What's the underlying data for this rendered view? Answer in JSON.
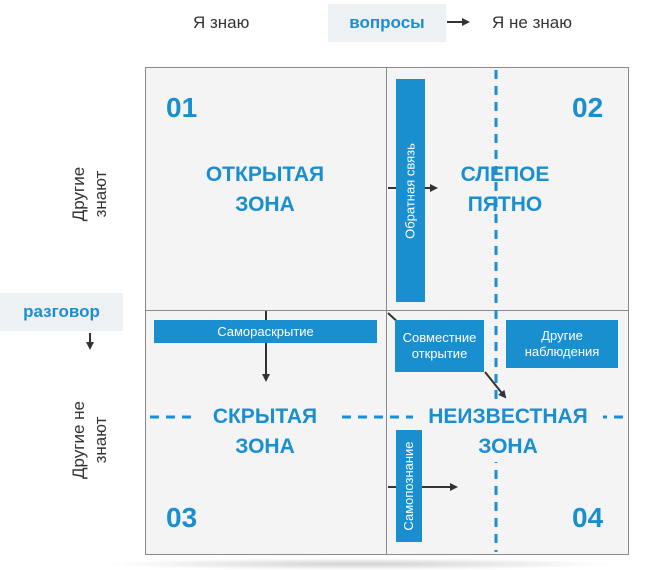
{
  "header": {
    "i_know": "Я знаю",
    "questions": "вопросы",
    "i_dont_know": "Я не знаю"
  },
  "sidebar": {
    "others_know": "Другие знают",
    "conversation": "разговор",
    "others_dont_know": "Другие не знают"
  },
  "quadrants": {
    "q1": {
      "number": "01",
      "title": "ОТКРЫТАЯ ЗОНА"
    },
    "q2": {
      "number": "02",
      "title": "СЛЕПОЕ ПЯТНО"
    },
    "q3": {
      "number": "03",
      "title": "СКРЫТАЯ ЗОНА"
    },
    "q4": {
      "number": "04",
      "title": "НЕИЗВЕСТНАЯ ЗОНА"
    }
  },
  "boxes": {
    "feedback": "Обратная связь",
    "self_disclosure": "Самораскрытие",
    "joint_discovery": "Совместние открытие",
    "others_observations": "Другие наблюдения",
    "self_knowledge": "Самопознание"
  },
  "colors": {
    "accent": "#1a8fd0",
    "grid": "#8a8a8a",
    "quadrant_bg": "#f4f4f4",
    "tag_bg": "#eef1f4",
    "arrow": "#333333"
  }
}
